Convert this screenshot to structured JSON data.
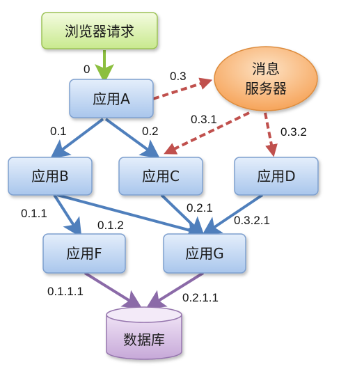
{
  "colors": {
    "app_fill_top": "#e4eefb",
    "app_fill_bottom": "#a9c6ec",
    "app_stroke": "#7d9fce",
    "browser_fill_top": "#f4fbe0",
    "browser_fill_bottom": "#c8e98e",
    "browser_stroke": "#9cc257",
    "mq_fill_top": "#fde2c4",
    "mq_fill_bottom": "#f6a45a",
    "mq_stroke": "#dd8c3e",
    "db_fill_top": "#efe2f5",
    "db_fill_bottom": "#c6a8d8",
    "db_stroke": "#9575ad",
    "blue_arrow": "#4f7fbc",
    "green_arrow": "#8cbf3f",
    "purple_arrow": "#8b6aa8",
    "red_arrow": "#c0504d"
  },
  "nodes": {
    "browser": "浏览器请求",
    "app_a": "应用A",
    "mq_line1": "消息",
    "mq_line2": "服务器",
    "app_b": "应用B",
    "app_c": "应用C",
    "app_d": "应用D",
    "app_f": "应用F",
    "app_g": "应用G",
    "db": "数据库"
  },
  "edges": {
    "e0": "0",
    "e01": "0.1",
    "e02": "0.2",
    "e03": "0.3",
    "e031": "0.3.1",
    "e032": "0.3.2",
    "e011": "0.1.1",
    "e012": "0.1.2",
    "e021": "0.2.1",
    "e0321": "0.3.2.1",
    "e0111": "0.1.1.1",
    "e0211": "0.2.1.1"
  }
}
